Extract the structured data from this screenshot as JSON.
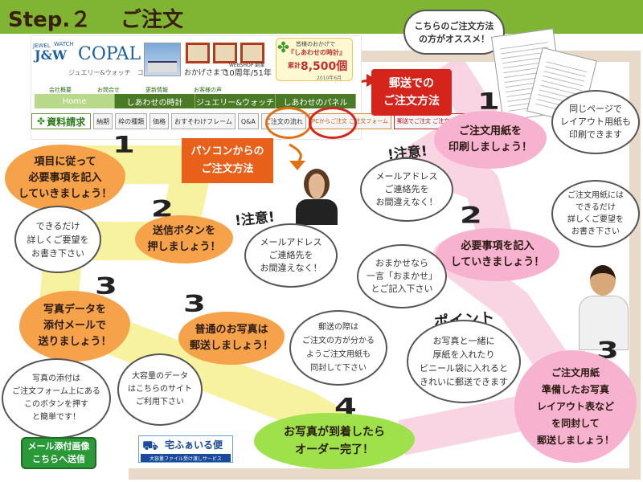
{
  "header": {
    "step": "Step.２",
    "title": "ご注文"
  },
  "site_mockup": {
    "logo_jw": "J&W",
    "logo_watch": "WATCH",
    "logo_jewel": "JEWEL",
    "logo_name": "COPAL",
    "logo_sub": "ジュエリー&ウォッチ　コパル",
    "webshop": "WEBSHOP 創業",
    "slogan_left": "おかげさまで",
    "slogan_right": "10周年/51年",
    "badge": {
      "line1": "皆様のおかげで",
      "line2": "『しあわせの時計』",
      "line3": "8,500個",
      "line3_prefix": "累計",
      "line4": "2010年6月"
    },
    "nav_top": [
      "会社概要",
      "お問合せ",
      "更新情報",
      "お客様の声"
    ],
    "nav": [
      "Home",
      "しあわせの時計",
      "ジュエリー&ウォッチ",
      "しあわせのパネル"
    ],
    "subnav": [
      "資料請求",
      "納期",
      "枠の種類",
      "価格",
      "おすそわけフレーム",
      "Q&A",
      "ご注文の流れ"
    ],
    "pc_order": "PCからご注文\nご注文フォーム",
    "mail_order": "郵送でご注文\nご注文用紙印刷"
  },
  "left_path": {
    "pc_method": "パソコンからの\nご注文方法",
    "step1_num": "1",
    "step1": "項目に従って\n必要事項を記入\nしていきましょう！",
    "note1": "できるだけ\n詳しくご要望を\nお書き下さい",
    "step2_num": "2",
    "step2": "送信ボタンを\n押しましょう！",
    "caution": "!注意!",
    "caution_note": "メールアドレス\nご連絡先を\nお間違えなく！",
    "step3a_num": "3",
    "step3a": "写真データを\n添付メールで\n送りましょう！",
    "note3a": "写真の添付は\nご注文フォーム上にある\nこのボタンを押す\nと簡単です！",
    "large_data": "大容量のデータ\nはこちらのサイト\nご利用下さい",
    "mail_button": "メール添付画像\nこちらへ送信",
    "takuhai_name": "宅ふぁいる便",
    "takuhai_sub": "大容量ファイル受け渡しサービス",
    "step3b_num": "3",
    "step3b": "普通のお写真は\n郵送しましょう！",
    "note3b": "郵送の際は\nご注文の方が分かる\nようご注文用紙も\n同封して下さい"
  },
  "right_path": {
    "recommend": "こちらのご注文方法\nの方がオススメ！",
    "mail_method": "郵送での\nご注文方法",
    "step1_num": "1",
    "step1": "ご注文用紙を\n印刷しましょう！",
    "same_page": "同じページで\nレイアウト用紙も\n印刷できます",
    "caution": "!注意!",
    "caution_note": "メールアドレス\nご連絡先を\nお間違えなく！",
    "step2_num": "2",
    "step2": "必要事項を記入\nしていきましょう！",
    "note_form": "ご注文用紙には\nできるだけ\n詳しくご要望を\nお書き下さい",
    "omakase": "おまかせなら\n一言「おまかせ」\nとご記入下さい",
    "point": "ポイント",
    "point_note": "お写真と一緒に\n厚紙を入れたり\nビニール袋に入れると\nきれいに郵送できます",
    "step3_num": "3",
    "step3": "ご注文用紙\n準備したお写真\nレイアウト表など\nを同封して\n郵送しましょう！"
  },
  "final": {
    "step4_num": "4",
    "step4": "お写真が到着したら\nオーダー完了！"
  },
  "colors": {
    "header_green": "#7fb532",
    "orange_cloud": "#f5a24a",
    "pink_cloud": "#f7b2d0",
    "green_cloud": "#9ee14a",
    "red_box": "#d4241c",
    "orange_box": "#e8601a",
    "left_path": "#f6f2a0",
    "right_path": "#f9d5e4"
  }
}
